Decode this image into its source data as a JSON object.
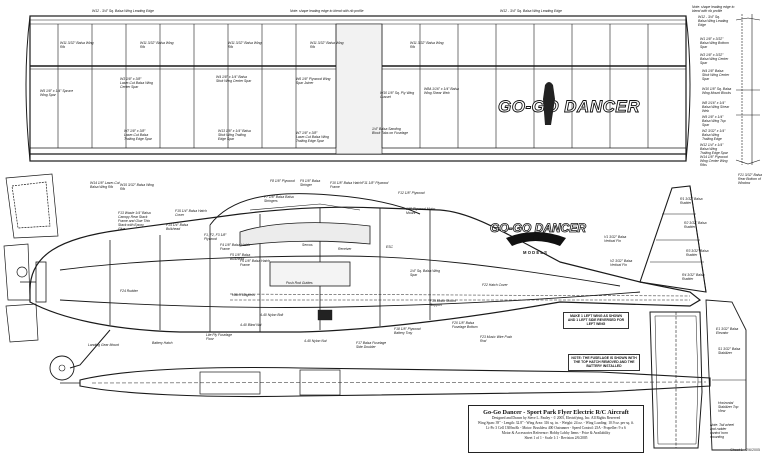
{
  "sheet": {
    "top_labels": {
      "left_edge": "W12 - 3/4\" Sq. Balsa Wing Leading Edge",
      "center": "Note: shape leading edge to blend with rib profile",
      "right_edge": "W12 - 3/4\" Sq. Balsa Wing Leading Edge",
      "far_right": "Note: shape leading edge to blend with rib profile"
    },
    "wing_labels": [
      "W11 3/32\" Balsa Wing Rib",
      "W11 3/32\" Balsa Wing Rib",
      "W11 3/32\" Balsa Wing Rib",
      "W11 3/32\" Balsa Wing Rib",
      "W11 3/32\" Balsa Wing Rib",
      "W5 1/8\" x 1/4\" Spruce Wing Spar",
      "W3 1/8\" x 3/8\" Laser-Cut Balsa Wing Center Spar",
      "W4 1/8\" x 1/4\" Balsa Stick Wing Center Spar",
      "W6 1/8\" Plywood Wing Spar Joiner",
      "W10 1/8\" Sq. Ply Wing Gusset",
      "W8A 1/16\" x 1/4\" Balsa Wing Shear Web",
      "W7 1/8\" x 3/8\" Laser-Cut Balsa Trailing Edge Spar",
      "W13 1/8\" x 1/4\" Balsa Stick Wing Trailing Edge Spar",
      "W7 1/8\" x 3/8\" Laser-Cut Balsa Wing Trailing Edge Spar",
      "1/4\" Balsa Sanding Block Tabs on Fuselage"
    ],
    "right_labels": [
      "W12 - 3/4\" Sq. Balsa Wing Leading Edge",
      "W1 1/8\" x 3/32\" Balsa Wing Bottom Spar",
      "W3 1/8\" x 3/32\" Balsa Wing Center Spar",
      "W4 1/8\" Balsa Stick Wing Center Spar",
      "W10 1/8\" Sq. Balsa Wing Mount Blocks",
      "W8 1/16\" x 1/4\" Balsa Wing Shear Web",
      "W9 1/8\" x 1/4\" Balsa Wing Top Spar",
      "W2 3/32\" x 1/4\" Balsa Wing Trailing Edge",
      "W12 1/4\" x 1/4\" Balsa Wing Trailing Edge Spar",
      "W14 1/8\" Plywood Wing Center Wing Ribs",
      "F21 3/32\" Balsa Rear Bottom of Window"
    ],
    "fuselage_labels": [
      "W14 1/8\" Laser-Cut Balsa Wing Rib",
      "W15 3/32\" Balsa Wing Rib",
      "F13 Waste 1/4\" Balsa Canopy Rear Stack Frame and Glue Thin Stack with Epoxy Glue",
      "F15 1/4\" Balsa Hatch Cover",
      "F14 1/4\" Balsa Bulkhead",
      "F1, F2, F3 1/8\" Plywood",
      "F4 1/8\" Balsa Hatch Frame",
      "F5 1/8\" Balsa Bulkhead",
      "F6 1/8\" Balsa Hatch Frame",
      "F7 1/8\" Balsa Balsa Stringers",
      "F8 1/8\" Plywood",
      "F9 1/8\" Balsa Stringer",
      "F10 1/8\" Balsa Hatch Frame",
      "F11 1/8\" Plywood",
      "F12 1/8\" Plywood",
      "1/8\" Plywood Motor Mount",
      "Hatch Magnets",
      "4-40 Nylon Bolt",
      "4-40 Nylon Nut",
      "F17 Balsa Fuselage Side Doubler",
      "F18 1/8\" Plywood Battery Tray",
      "F19 Motor Mount Support",
      "F20 1/8\" Balsa Fuselage Bottom",
      "F22 Hatch Cover",
      "F23 Music Wire Push Rod",
      "F24 Rudder",
      "Battery Hatch",
      "Lite Ply Fuselage Floor",
      "4-40 Blind Nut",
      "Push Rod Guides",
      "Servos",
      "Receiver",
      "ESC",
      "1/4\" Sq. Balsa Wing Spar",
      "Landing Gear Mount"
    ],
    "tail_labels": [
      "R1 3/32\" Balsa Rudder",
      "R2 3/32\" Balsa Rudder",
      "R3 3/32\" Balsa Rudder",
      "R4 3/32\" Balsa Rudder",
      "V1 3/32\" Balsa Vertical Fin",
      "V2 3/32\" Balsa Vertical Fin",
      "E1 3/32\" Balsa Elevator",
      "S1 3/32\" Balsa Stabilizer",
      "Horizontal Stabilizer Top View",
      "Note: Tail wheel and rudder control horn mounting"
    ],
    "note_1": "MAKE 1 LEFT WING AS SHOWN AND 1 LEFT SIDE REVERSED FOR LEFT WING",
    "note_2": "NOTE: THE FUSELAGE IS SHOWN WITH THE TOP HATCH REMOVED AND THE BATTERY INSTALLED",
    "logo_text": "GO-GO DANCER",
    "logo_sub": "MODELS",
    "title": {
      "line1": "Go-Go Dancer - Sport Park Flyer Electric R/C Aircraft",
      "line2": "Designed and Drawn by Steve L. Pauley - © 2005, Electrifying, Inc. All Rights Reserved",
      "line3": "Wing Span: 39\" - Length: 32.8\" - Wing Area: 316 sq. in. - Weight: 24 oz. - Wing Loading: 10.9 oz. per sq. ft.",
      "line4": "Li-Po 3 Cell 1300mAh - Motor: Brushless 400 Outrunner - Speed Control: 25A - Propeller: 9 x 6",
      "line5": "Motor & Accessories Reference: Hobby Lobby Items - Price & Availability",
      "line6": "Sheet 1 of 1 - Scale 1:1 - Revision 2/6/2005"
    },
    "revision": "Sheet 1 - 2/6/2005"
  },
  "colors": {
    "ink": "#1a1a1a",
    "paper": "#ffffff",
    "fill": "#e8e8e8"
  }
}
